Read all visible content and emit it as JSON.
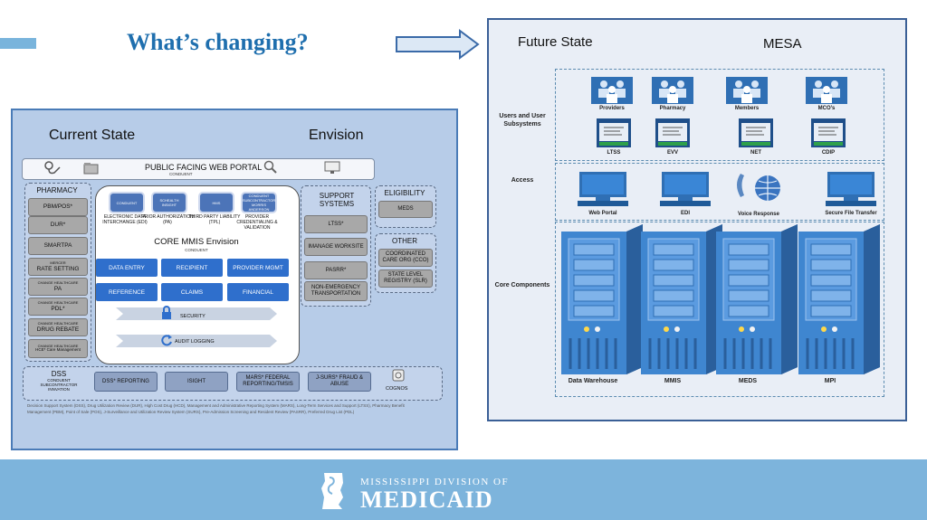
{
  "slide_title": "What’s changing?",
  "colors": {
    "accent": "#79b4dc",
    "title": "#1f6fae",
    "panel_border": "#3a5f96",
    "footer": "#7db4dc"
  },
  "current_state": {
    "heading": "Current State",
    "envision_heading": "Envision",
    "web_portal": {
      "title": "PUBLIC FACING WEB PORTAL",
      "subtitle": "CONDUENT"
    },
    "pharmacy": {
      "heading": "PHARMACY",
      "items": [
        {
          "top": "",
          "label": "PBM/POS*"
        },
        {
          "top": "",
          "label": "DUR*"
        },
        {
          "top": "",
          "label": "SMARTPA"
        },
        {
          "top": "MERCER",
          "label": "RATE SETTING"
        },
        {
          "top": "CHANGE HEALTHCARE",
          "label": "PA"
        },
        {
          "top": "CHANGE HEALTHCARE",
          "label": "PDL*"
        },
        {
          "top": "CHANGE HEALTHCARE",
          "label": "DRUG REBATE"
        },
        {
          "top": "CHANGE HEALTHCARE",
          "label": "HCE* Care Management"
        }
      ]
    },
    "core": {
      "title": "CORE MMIS Envision",
      "subtitle": "CONDUENT",
      "top_icons": [
        {
          "icon": "CONDUENT",
          "label": "ELECTRONIC DATA INTERCHANGE (EDI)"
        },
        {
          "icon": "SCHEALTH INSIGHT",
          "label": "PRIOR AUTHORIZATION (PA)"
        },
        {
          "icon": "HMS",
          "label": "THIRD PARTY LIABILITY (TPL)"
        },
        {
          "icon": "CONDUENT SUBCONTRACTOR MORRIS ANDERSON",
          "label": "PROVIDER CREDENTIALING & VALIDATION"
        }
      ],
      "buttons": [
        "DATA ENTRY",
        "RECIPIENT",
        "PROVIDER MGMT",
        "REFERENCE",
        "CLAIMS",
        "FINANCIAL"
      ],
      "security": "SECURITY",
      "audit": "AUDIT LOGGING"
    },
    "support": {
      "heading": "SUPPORT SYSTEMS",
      "items": [
        "LTSS*",
        "IMANAGE WORKSITE",
        "PASRR*",
        "NON-EMERGENCY TRANSPORTATION"
      ]
    },
    "eligibility": {
      "heading": "ELIGIBILITY",
      "items": [
        "MEDS"
      ]
    },
    "other": {
      "heading": "OTHER",
      "items": [
        "COORDINATED CARE ORG (CCO)",
        "STATE LEVEL REGISTRY (SLR)"
      ]
    },
    "dss": {
      "heading": "DSS",
      "sub": "CONDUENT SUBCONTRACTOR INNVATION",
      "items": [
        "DSS* REPORTING",
        "ISIGHT",
        "MARS* FEDERAL REPORTING/TMSIS",
        "J-SURS* FRAUD & ABUSE"
      ],
      "cognos": "COGNOS"
    },
    "footnote": "Decision Support System (DSS), Drug Utilization Review (DUR), High Cost Drug (HCD), Management and Administrative Reporting System (MARS), Long-Term Services and Support (LTSS), Pharmacy Benefit Management (PBM), Point of Sale (POS), J-Surveillance and Utilization Review System (SURS), Pre-Admission Screening and Resident Review (PASRR), Preferred Drug List (PDL)"
  },
  "future_state": {
    "heading": "Future State",
    "mesa_heading": "MESA",
    "sections": {
      "users": "Users and User Subsystems",
      "access": "Access",
      "core": "Core Components"
    },
    "users": [
      "Providers",
      "Pharmacy",
      "Members",
      "MCO’s"
    ],
    "subsystems": [
      "LTSS",
      "EVV",
      "NET",
      "CDIP"
    ],
    "access": [
      "Web Portal",
      "EDI",
      "Voice Response",
      "Secure File Transfer"
    ],
    "core": [
      "Data Warehouse",
      "MMIS",
      "MEDS",
      "MPI"
    ]
  },
  "footer": {
    "line1": "MISSISSIPPI DIVISION OF",
    "line2": "MEDICAID"
  }
}
